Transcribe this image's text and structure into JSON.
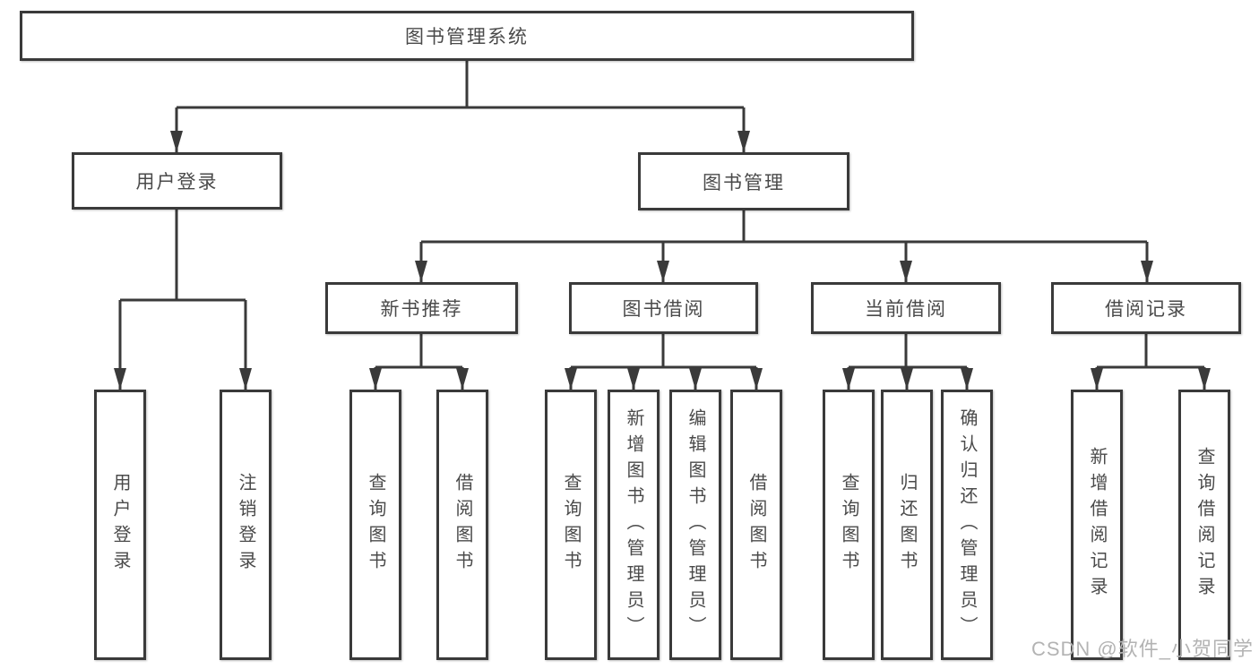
{
  "diagram": {
    "root": {
      "label": "图书管理系统"
    },
    "level2": [
      {
        "label": "用户登录"
      },
      {
        "label": "图书管理"
      }
    ],
    "level3": [
      {
        "label": "新书推荐"
      },
      {
        "label": "图书借阅"
      },
      {
        "label": "当前借阅"
      },
      {
        "label": "借阅记录"
      }
    ],
    "leaves": {
      "user": [
        {
          "label": "用户登录"
        },
        {
          "label": "注销登录"
        }
      ],
      "newbook": [
        {
          "label": "查询图书"
        },
        {
          "label": "借阅图书"
        }
      ],
      "bookborrow": [
        {
          "label": "查询图书"
        },
        {
          "label": "新增图书（管理员）"
        },
        {
          "label": "编辑图书（管理员）"
        },
        {
          "label": "借阅图书"
        }
      ],
      "currentborrow": [
        {
          "label": "查询图书"
        },
        {
          "label": "归还图书"
        },
        {
          "label": "确认归还（管理员）"
        }
      ],
      "borrowrecords": [
        {
          "label": "新增借阅记录"
        },
        {
          "label": "查询借阅记录"
        }
      ]
    }
  },
  "watermark": "CSDN @软件_小贺同学",
  "colors": {
    "line": "#3a3a3a",
    "border": "#3a3a3a",
    "text": "#4a4a4a",
    "watermark": "#b3b3b3"
  }
}
